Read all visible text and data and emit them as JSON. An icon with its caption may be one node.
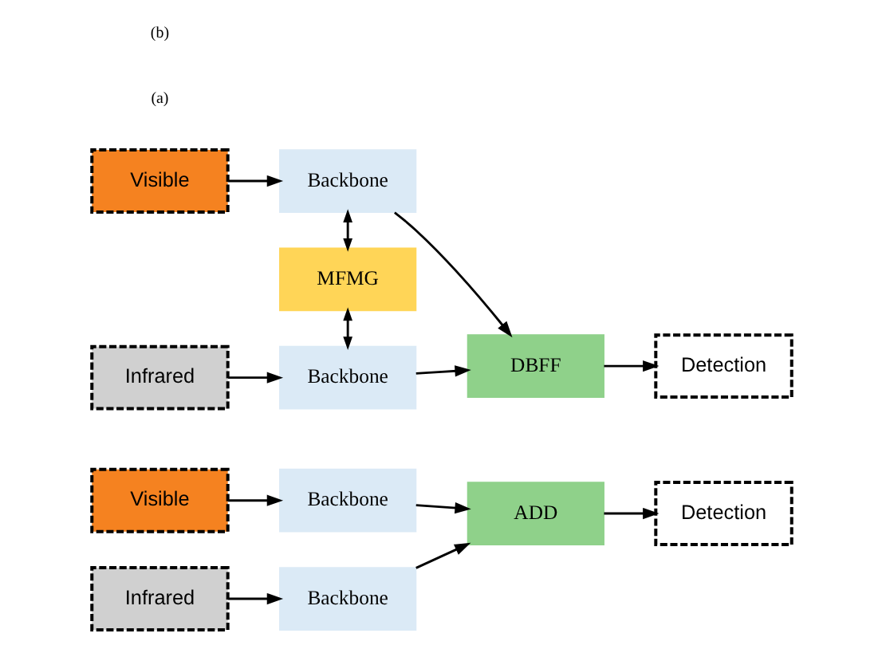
{
  "diagram": {
    "nodes": [
      {
        "text": [
          "Visible"
        ]
      },
      {
        "text": [
          "Backbone"
        ]
      },
      {
        "text": [
          "Infrared"
        ]
      },
      {
        "text": [
          "Backbone"
        ]
      },
      {
        "text": [
          "ADD"
        ]
      },
      {
        "text": [
          "Detection"
        ]
      },
      {
        "text": [
          "Visible"
        ]
      },
      {
        "text": [
          "Backbone"
        ]
      },
      {
        "text": [
          "MFMG"
        ]
      },
      {
        "text": [
          "Infrared"
        ]
      },
      {
        "text": [
          "Backbone"
        ]
      },
      {
        "text": [
          "DBFF"
        ]
      },
      {
        "text": [
          "Detection"
        ]
      }
    ],
    "edges": [
      {
        "from": 0,
        "to": 1,
        "arrow": "to"
      },
      {
        "from": 2,
        "to": 3,
        "arrow": "to"
      },
      {
        "from": 1,
        "to": 4,
        "arrow": "to"
      },
      {
        "from": 3,
        "to": 4,
        "arrow": "to"
      },
      {
        "from": 4,
        "to": 5,
        "arrow": "to"
      },
      {
        "from": 6,
        "to": 7,
        "arrow": "to"
      },
      {
        "from": 9,
        "to": 10,
        "arrow": "to"
      },
      {
        "from": 7,
        "to": 8,
        "arrow": "both"
      },
      {
        "from": 8,
        "to": 10,
        "arrow": "both"
      },
      {
        "from": 7,
        "to": 11,
        "arrow": "to"
      },
      {
        "from": 10,
        "to": 11,
        "arrow": "to"
      },
      {
        "from": 11,
        "to": 12,
        "arrow": "to"
      }
    ],
    "labels": [
      "(a)",
      "(b)"
    ]
  }
}
